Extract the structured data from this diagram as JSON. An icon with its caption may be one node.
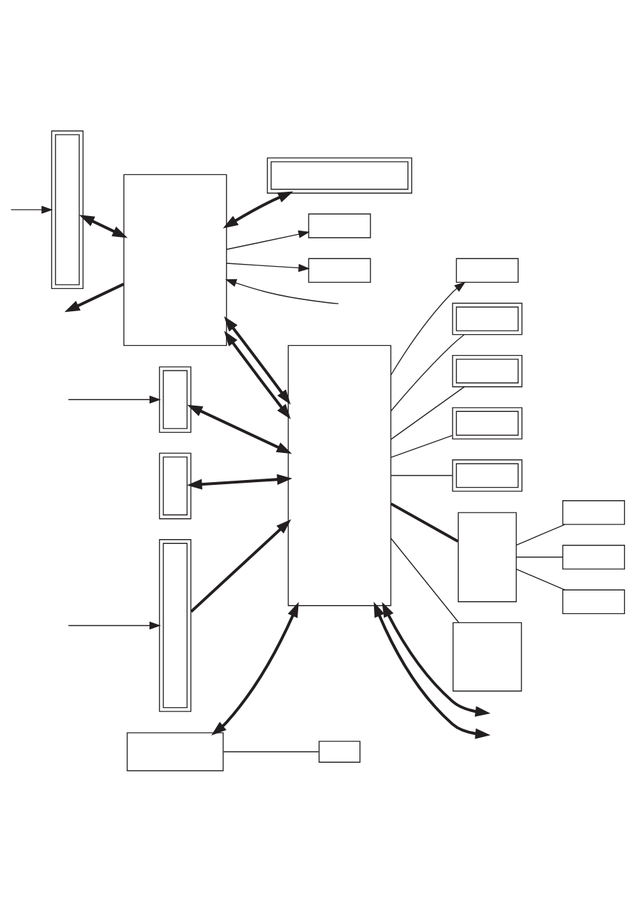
{
  "diagram": {
    "nodes": [
      {
        "text": [],
        "shape": "box"
      },
      {
        "text": [],
        "shape": "box"
      },
      {
        "text": [],
        "shape": "box"
      },
      {
        "text": [],
        "shape": "box"
      },
      {
        "text": [],
        "shape": "box"
      },
      {
        "text": [],
        "shape": "box"
      },
      {
        "text": [],
        "shape": "box"
      },
      {
        "text": [],
        "shape": "box"
      },
      {
        "text": [],
        "shape": "box"
      },
      {
        "text": [],
        "shape": "box"
      },
      {
        "text": [],
        "shape": "box"
      },
      {
        "text": [],
        "shape": "box"
      },
      {
        "text": [],
        "shape": "box"
      },
      {
        "text": [],
        "shape": "box"
      },
      {
        "text": [],
        "shape": "box"
      },
      {
        "text": [],
        "shape": "box"
      },
      {
        "text": [],
        "shape": "box"
      },
      {
        "text": [],
        "shape": "box"
      },
      {
        "text": [],
        "shape": "box"
      },
      {
        "text": [],
        "shape": "box"
      },
      {
        "text": [],
        "shape": "box"
      }
    ],
    "edges": [
      {
        "from": null,
        "to": 0,
        "arrow": "to"
      },
      {
        "from": 0,
        "to": 2,
        "arrow": "both",
        "style": "thick"
      },
      {
        "from": 0,
        "to": 3,
        "arrow": "to"
      },
      {
        "from": 0,
        "to": 4,
        "arrow": "to"
      },
      {
        "from": null,
        "to": 1,
        "arrow": "to"
      },
      {
        "from": 1,
        "to": 0,
        "arrow": "both",
        "style": "thick"
      },
      {
        "from": 0,
        "to": null,
        "arrow": "to",
        "style": "thick"
      },
      {
        "from": 0,
        "to": 5,
        "arrow": "both",
        "style": "thick"
      },
      {
        "from": 0,
        "to": 5,
        "arrow": "both",
        "style": "thick"
      },
      {
        "from": 5,
        "to": 6,
        "arrow": "to"
      },
      {
        "from": 5,
        "to": 7,
        "arrow": "none"
      },
      {
        "from": 5,
        "to": 8,
        "arrow": "none"
      },
      {
        "from": 5,
        "to": 9,
        "arrow": "none"
      },
      {
        "from": 5,
        "to": 10,
        "arrow": "none"
      },
      {
        "from": 5,
        "to": null,
        "arrow": "both",
        "style": "thick"
      },
      {
        "from": 11,
        "to": 5,
        "arrow": "both",
        "style": "thick"
      },
      {
        "from": 12,
        "to": 5,
        "arrow": "both",
        "style": "thick"
      },
      {
        "from": 13,
        "to": 5,
        "arrow": "both",
        "style": "thick"
      },
      {
        "from": null,
        "to": 11,
        "arrow": "to"
      },
      {
        "from": 13,
        "to": 14,
        "arrow": "none"
      },
      {
        "from": 5,
        "to": null,
        "arrow": "both",
        "style": "thick"
      },
      {
        "from": 20,
        "to": 5,
        "arrow": "to",
        "style": "thick"
      },
      {
        "from": null,
        "to": 20,
        "arrow": "to"
      },
      {
        "from": 5,
        "to": 19,
        "arrow": "none"
      },
      {
        "from": 5,
        "to": 15,
        "arrow": "none",
        "style": "thick"
      },
      {
        "from": 15,
        "to": 16,
        "arrow": "none"
      },
      {
        "from": 15,
        "to": 17,
        "arrow": "none"
      },
      {
        "from": 15,
        "to": 18,
        "arrow": "none"
      }
    ]
  }
}
